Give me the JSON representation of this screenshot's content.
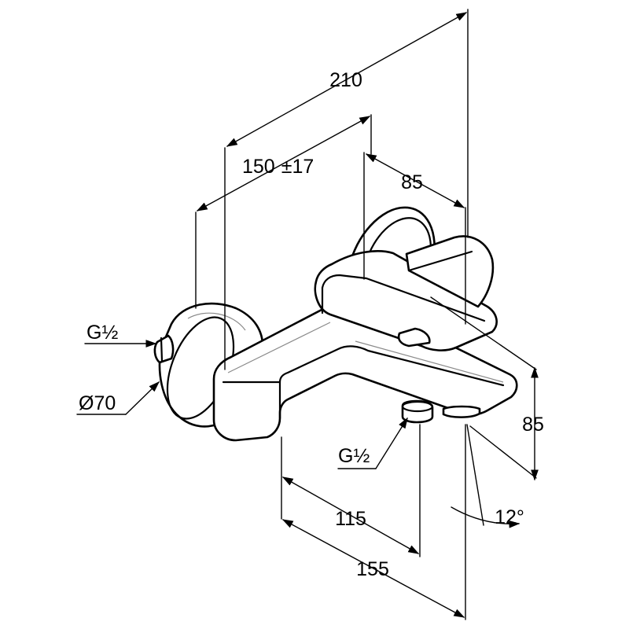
{
  "dimensions": {
    "overall_depth": "210",
    "wall_to_outlet": "150",
    "wall_to_outlet_tolerance": "±17",
    "handle_depth": "85",
    "height": "85",
    "inlet_thread": "G½",
    "rosette_diameter": "Ø70",
    "outlet_thread": "G½",
    "spout_offset": "115",
    "spout_length": "155",
    "spout_angle": "12°"
  },
  "colors": {
    "line": "#000000",
    "background": "#ffffff"
  }
}
